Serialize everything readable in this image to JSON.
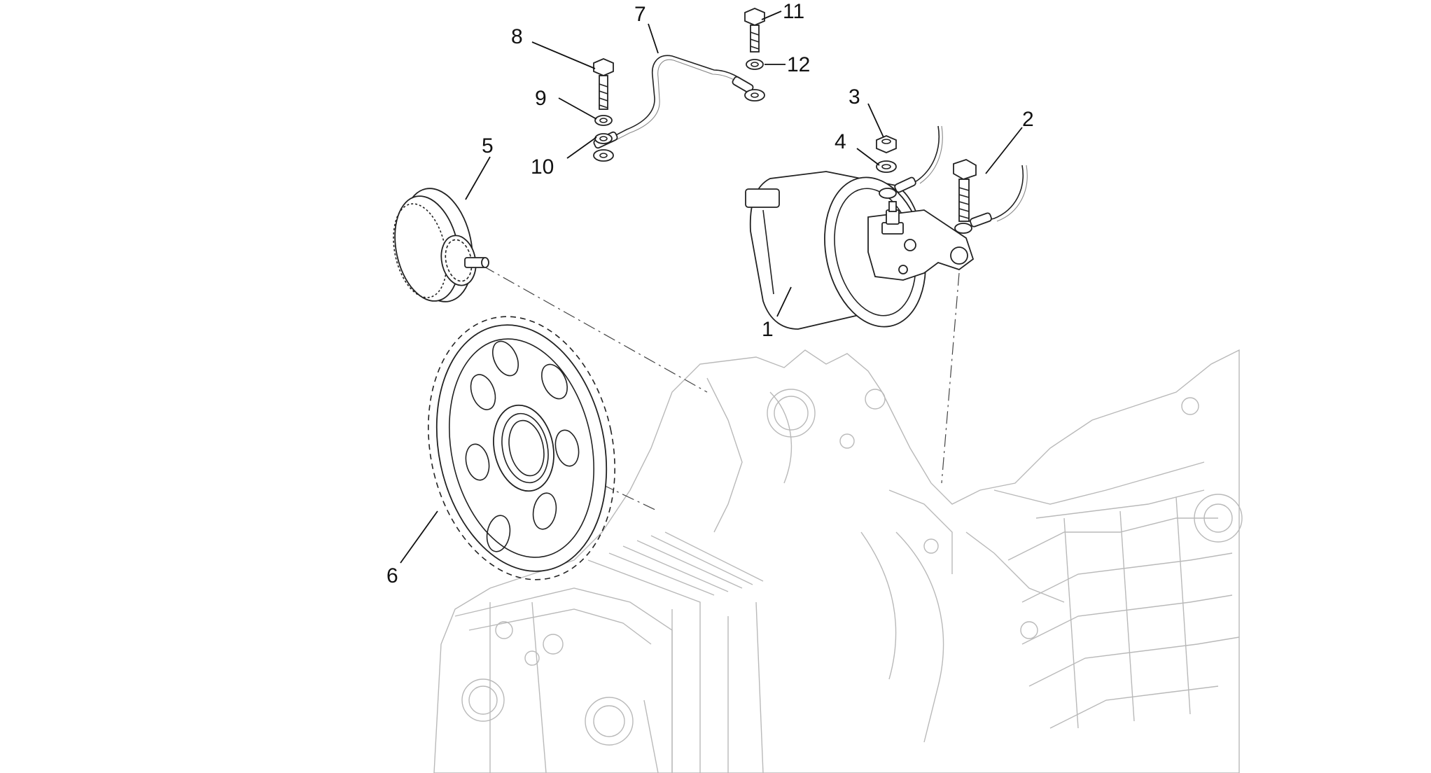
{
  "callouts": [
    {
      "id": "1",
      "text": "1"
    },
    {
      "id": "2",
      "text": "2"
    },
    {
      "id": "3",
      "text": "3"
    },
    {
      "id": "4",
      "text": "4"
    },
    {
      "id": "5",
      "text": "5"
    },
    {
      "id": "6",
      "text": "6"
    },
    {
      "id": "7",
      "text": "7"
    },
    {
      "id": "8",
      "text": "8"
    },
    {
      "id": "9",
      "text": "9"
    },
    {
      "id": "10",
      "text": "10"
    },
    {
      "id": "11",
      "text": "11"
    },
    {
      "id": "12",
      "text": "12"
    }
  ],
  "colors": {
    "line": "#222222",
    "ghost": "#b9b9b9",
    "background": "#ffffff"
  }
}
